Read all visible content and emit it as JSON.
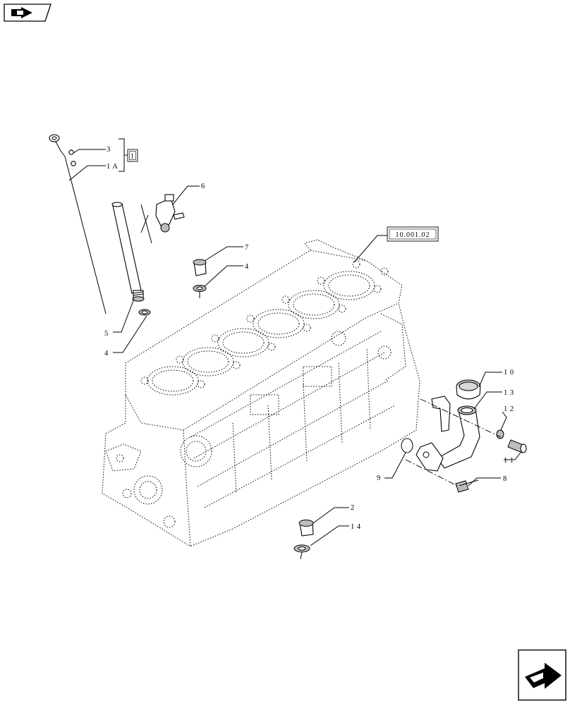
{
  "nav": {
    "prev_icon": "hand-pointing-left-icon",
    "next_icon": "hand-pointing-right-icon"
  },
  "group_ref": "1",
  "block_ref": "10.001.02",
  "callouts": [
    {
      "id": "c3",
      "label": "3"
    },
    {
      "id": "c1A",
      "label": "1 A"
    },
    {
      "id": "c6",
      "label": "6"
    },
    {
      "id": "c7",
      "label": "7"
    },
    {
      "id": "c4a",
      "label": "4"
    },
    {
      "id": "c5",
      "label": "5"
    },
    {
      "id": "c4b",
      "label": "4"
    },
    {
      "id": "c10",
      "label": "1 0"
    },
    {
      "id": "c13",
      "label": "1 3"
    },
    {
      "id": "c12",
      "label": "1 2"
    },
    {
      "id": "c11",
      "label": "1 1"
    },
    {
      "id": "c9",
      "label": "9"
    },
    {
      "id": "c8",
      "label": "8"
    },
    {
      "id": "c2",
      "label": "2"
    },
    {
      "id": "c14",
      "label": "1 4"
    }
  ]
}
